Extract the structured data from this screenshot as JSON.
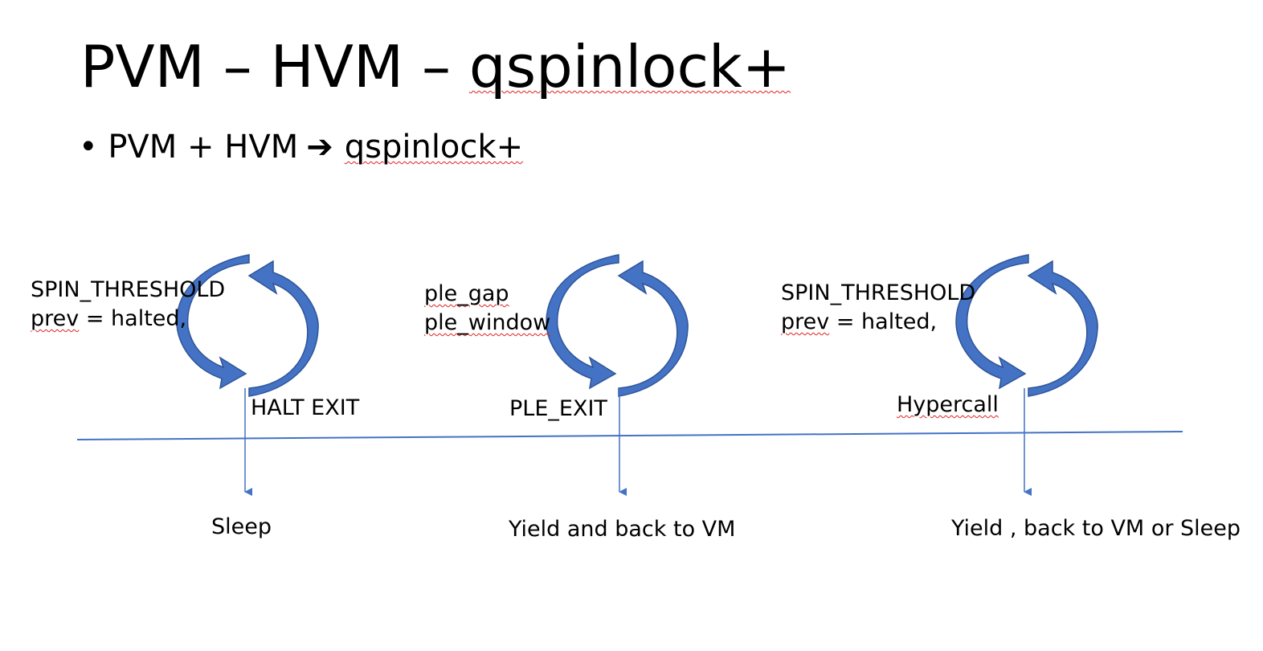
{
  "title": {
    "prefix": "PVM – HVM – ",
    "highlight": "qspinlock+"
  },
  "bullet": {
    "marker": "•",
    "prefix": "PVM + HVM",
    "arrow": "➔",
    "highlight": "qspinlock+"
  },
  "stages": [
    {
      "param_lines": [
        {
          "text": "SPIN_THRESHOLD",
          "squiggle": false
        },
        {
          "first": "prev",
          "rest": " = halted,",
          "squiggle": true
        }
      ],
      "exit_label": "HALT EXIT",
      "outcome": "Sleep"
    },
    {
      "param_lines": [
        {
          "text": "ple_gap",
          "squiggle": true
        },
        {
          "text": "ple_window",
          "squiggle": true
        }
      ],
      "exit_label": "PLE_EXIT",
      "outcome": "Yield and back to VM"
    },
    {
      "param_lines": [
        {
          "text": "SPIN_THRESHOLD",
          "squiggle": false
        },
        {
          "first": "prev",
          "rest": " = halted,",
          "squiggle": true
        }
      ],
      "exit_label": "Hypercall",
      "outcome": "Yield , back to VM or Sleep"
    }
  ],
  "colors": {
    "cycle_fill": "#4472c4",
    "cycle_stroke": "#2f5597",
    "line": "#4472c4",
    "squiggle": "#e02020"
  }
}
